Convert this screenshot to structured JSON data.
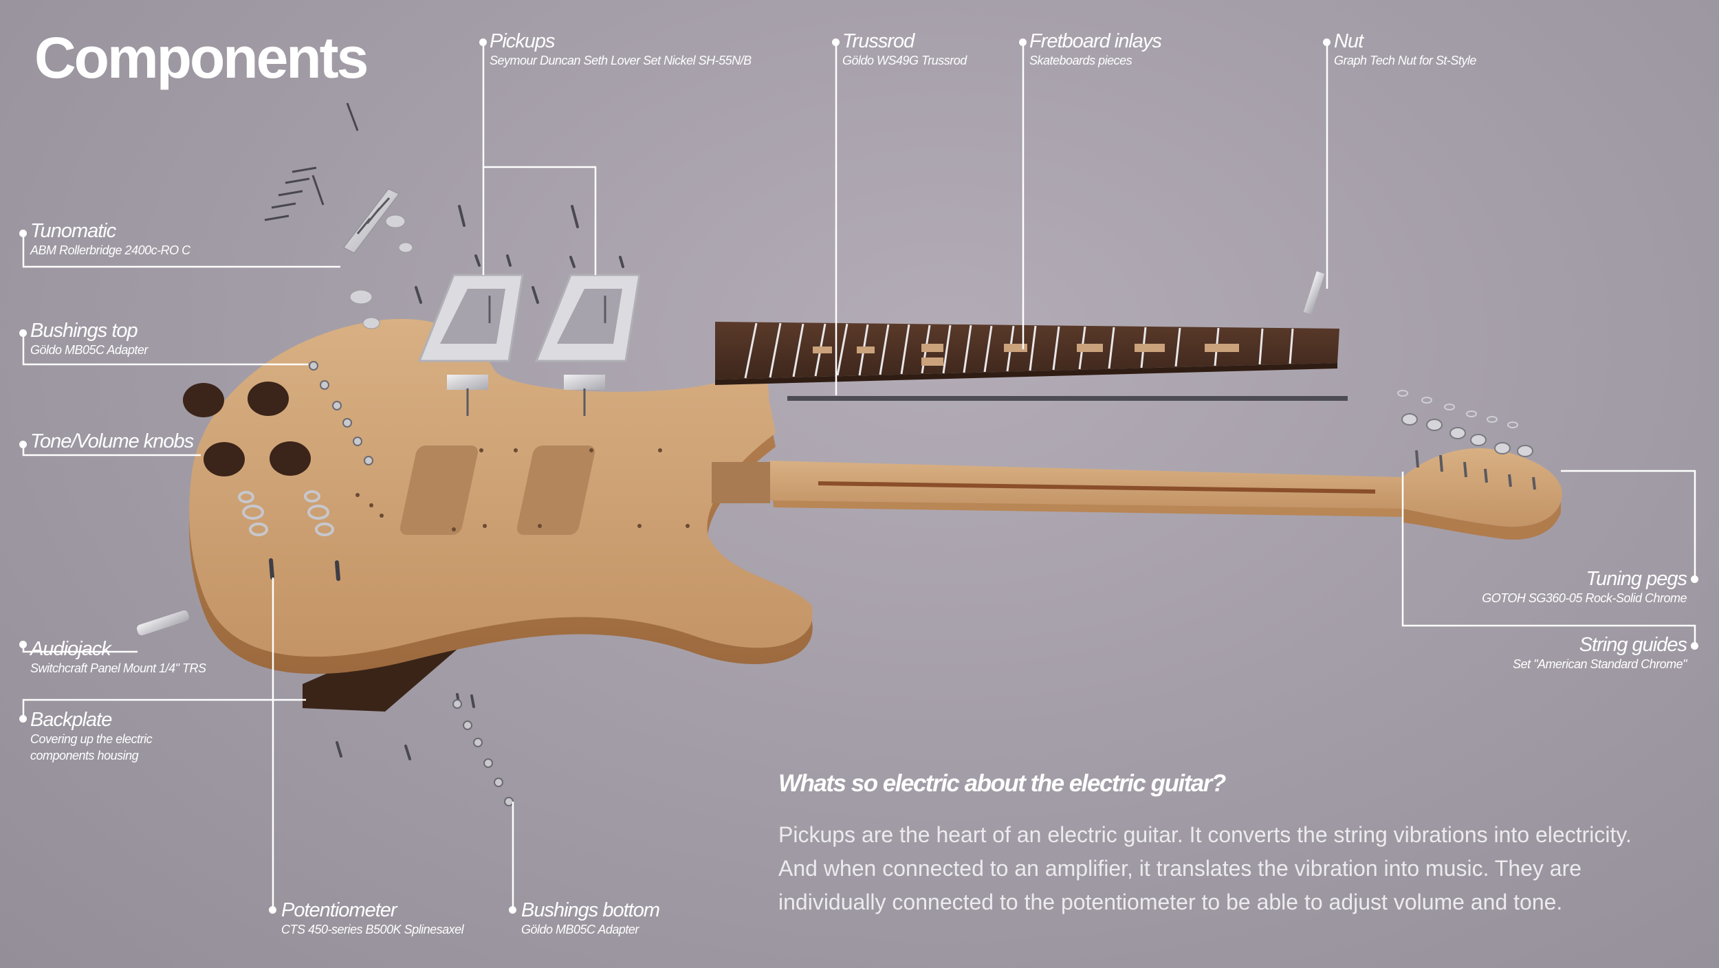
{
  "title": "Components",
  "labels": {
    "pickups": {
      "name": "Pickups",
      "sub": "Seymour Duncan Seth Lover Set Nickel SH-55N/B"
    },
    "trussrod": {
      "name": "Trussrod",
      "sub": "Göldo WS49G Trussrod"
    },
    "fretboard": {
      "name": "Fretboard inlays",
      "sub": "Skateboards pieces"
    },
    "nut": {
      "name": "Nut",
      "sub": "Graph Tech Nut for St-Style"
    },
    "tunomatic": {
      "name": "Tunomatic",
      "sub": "ABM Rollerbridge 2400c-RO C"
    },
    "bushings_top": {
      "name": "Bushings top",
      "sub": "Göldo MB05C Adapter"
    },
    "knobs": {
      "name": "Tone/Volume knobs"
    },
    "audiojack": {
      "name": "Audiojack",
      "sub": "Switchcraft Panel Mount 1/4\" TRS"
    },
    "backplate": {
      "name": "Backplate",
      "sub1": "Covering up the electric",
      "sub2": "components housing"
    },
    "potentiometer": {
      "name": "Potentiometer",
      "sub": "CTS 450-series B500K Splinesaxel"
    },
    "bushings_bottom": {
      "name": "Bushings bottom",
      "sub": "Göldo MB05C Adapter"
    },
    "tuning_pegs": {
      "name": "Tuning pegs",
      "sub": "GOTOH SG360-05 Rock-Solid Chrome"
    },
    "string_guides": {
      "name": "String guides",
      "sub": "Set \"American Standard Chrome\""
    }
  },
  "info": {
    "question": "Whats so electric about the electric guitar?",
    "body": "Pickups are the heart of an electric guitar. It converts the string vibrations into electricity. And when connected to an amplifier, it translates the vibration into music. They are individually connected to the potentiometer to be able to adjust volume and tone."
  }
}
